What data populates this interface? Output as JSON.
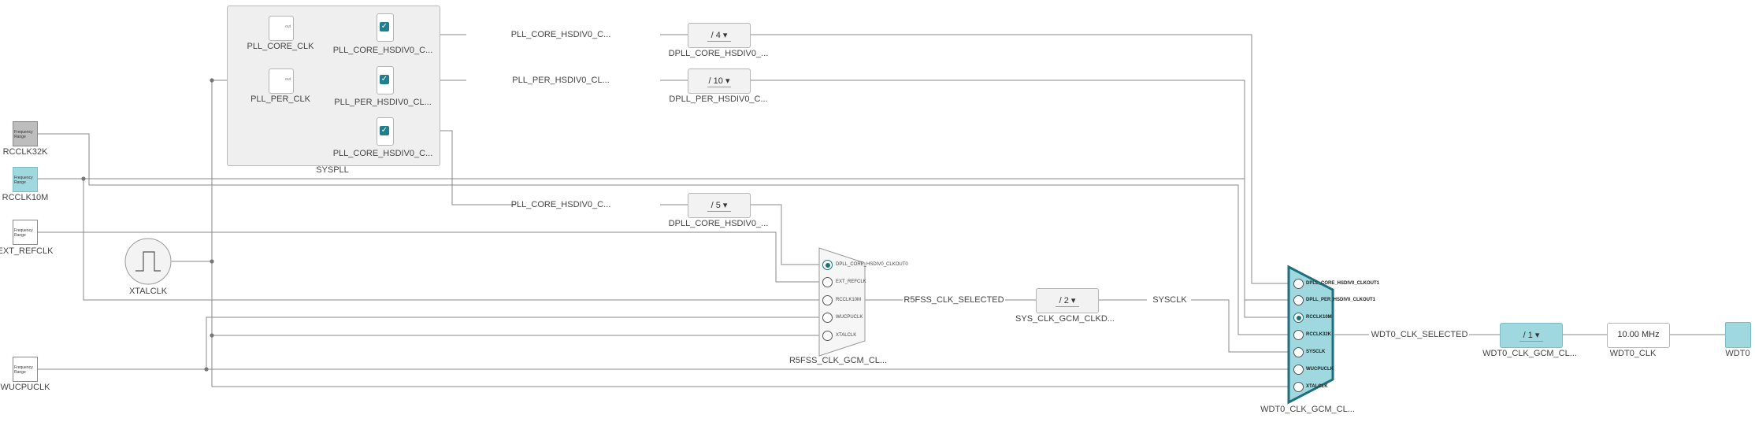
{
  "sources": {
    "rcclk32k": {
      "label": "RCCLK32K",
      "text": "Frequency Range"
    },
    "rcclk10m": {
      "label": "RCCLK10M",
      "text": "Frequency Range"
    },
    "ext_refclk": {
      "label": "EXT_REFCLK",
      "text": "Frequency Range"
    },
    "wucpuclk": {
      "label": "WUCPUCLK",
      "text": "Frequency Range"
    },
    "xtalclk": {
      "label": "XTALCLK"
    }
  },
  "syspll": {
    "label": "SYSPLL",
    "core_clk": {
      "label": "PLL_CORE_CLK",
      "badge": "out"
    },
    "per_clk": {
      "label": "PLL_PER_CLK",
      "badge": "out"
    },
    "outputs": [
      {
        "label": "PLL_CORE_HSDIV0_C...",
        "checked": true
      },
      {
        "label": "PLL_PER_HSDIV0_CL...",
        "checked": true
      },
      {
        "label": "PLL_CORE_HSDIV0_C...",
        "checked": true
      }
    ]
  },
  "signals": [
    {
      "text": "PLL_CORE_HSDIV0_C..."
    },
    {
      "text": "PLL_PER_HSDIV0_CL..."
    },
    {
      "text": "PLL_CORE_HSDIV0_C..."
    }
  ],
  "dividers": [
    {
      "value": "/ 4",
      "label": "DPLL_CORE_HSDIV0_..."
    },
    {
      "value": "/ 10",
      "label": "DPLL_PER_HSDIV0_C..."
    },
    {
      "value": "/ 5",
      "label": "DPLL_CORE_HSDIV0_..."
    },
    {
      "value": "/ 2",
      "label": "SYS_CLK_GCM_CLKD..."
    },
    {
      "value": "/ 1",
      "label": "WDT0_CLK_GCM_CL..."
    }
  ],
  "r5fss_mux": {
    "label": "R5FSS_CLK_GCM_CL...",
    "output": "R5FSS_CLK_SELECTED",
    "inputs": [
      {
        "text": "DPLL_CORE_HSDIV0_CLKOUT0",
        "selected": true
      },
      {
        "text": "EXT_REFCLK",
        "selected": false
      },
      {
        "text": "RCCLK10M",
        "selected": false
      },
      {
        "text": "WUCPUCLK",
        "selected": false
      },
      {
        "text": "XTALCLK",
        "selected": false
      }
    ]
  },
  "sysclk": {
    "text": "SYSCLK"
  },
  "wdt0_mux": {
    "label": "WDT0_CLK_GCM_CL...",
    "output": "WDT0_CLK_SELECTED",
    "inputs": [
      {
        "text": "DPLL_CORE_HSDIV0_CLKOUT1",
        "selected": false
      },
      {
        "text": "DPLL_PER_HSDIV0_CLKOUT1",
        "selected": false
      },
      {
        "text": "RCCLK10M",
        "selected": true
      },
      {
        "text": "RCCLK32K",
        "selected": false
      },
      {
        "text": "SYSCLK",
        "selected": false
      },
      {
        "text": "WUCPUCLK",
        "selected": false
      },
      {
        "text": "XTALCLK",
        "selected": false
      }
    ]
  },
  "wdt0_clk": {
    "freq": "10.00 MHz",
    "label": "WDT0_CLK"
  },
  "wdt0": {
    "label": "WDT0"
  },
  "colors": {
    "teal": "#9fd8df",
    "teal_dark": "#1f6f7c",
    "wire": "#8a8a8a",
    "check": "#1f7f8c"
  }
}
